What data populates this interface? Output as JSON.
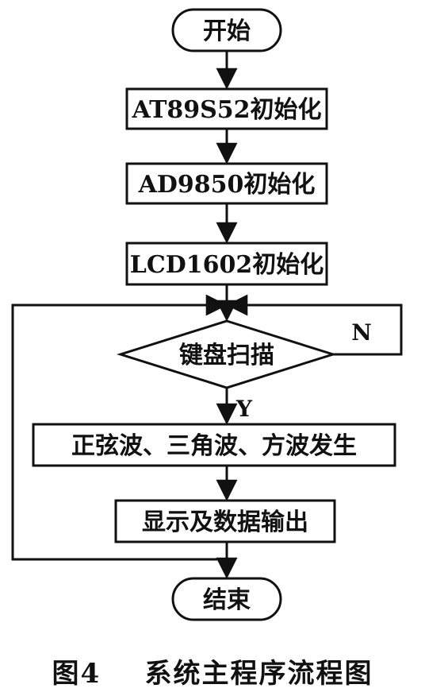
{
  "nodes": {
    "start": "开始",
    "init_mcu": "AT89S52初始化",
    "init_dds": "AD9850初始化",
    "init_lcd": "LCD1602初始化",
    "keyscan": "键盘扫描",
    "wave_gen": "正弦波、三角波、方波发生",
    "display_output": "显示及数据输出",
    "end": "结束"
  },
  "edge_labels": {
    "no": "N",
    "yes": "Y"
  },
  "caption": "图4    系统主程序流程图"
}
